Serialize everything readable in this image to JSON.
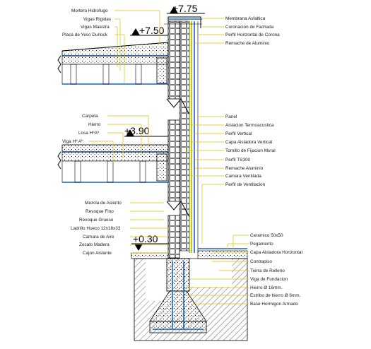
{
  "levels": {
    "top": "+7.75",
    "upper": "+7.50",
    "middle": "+3.90",
    "ground": "+0.30"
  },
  "left_labels": [
    "Mortero Hidrofugo",
    "Vigas Rigidas",
    "Vigas Maestra",
    "Placa de Yeso Durlock",
    "Carpeta",
    "Hierro",
    "Losa HºAº",
    "Viga Hº Aº",
    "Mezcla de Asiento",
    "Revoque Fino",
    "Revoque Grueso",
    "Ladrillo Hueco 12x18x33",
    "Camara de Aire",
    "Zocalo Madera",
    "Cajon Aislante"
  ],
  "right_labels": [
    "Membrana Asfaltica",
    "Coronacion de Fachada",
    "Perfil Horizontal de Corona",
    "Remache de Aluminio",
    "Panel",
    "Aislacion Termoacustica",
    "Perfil Vertical",
    "Capa Aisladora Vertical",
    "Tornillo de Fijacion Mural",
    "Perfil TS300",
    "Remache Aluminio",
    "Camara Ventilada",
    "Perfil de Ventilacion"
  ],
  "foundation_labels": [
    "Ceramico 50x50",
    "Pegamento",
    "Capa Aisladora Horizontal",
    "Contrapiso",
    "Tierra de Relleno",
    "Viga de Fundacion",
    "Hierro Ø 16mm.",
    "Estribo de hierro Ø 6mm.",
    "Base Hormigon Armado"
  ],
  "colors": {
    "leader": "#d8c300",
    "profile": "#1a64c8",
    "insulation": "#2e8b2e",
    "brick": "#000000"
  }
}
